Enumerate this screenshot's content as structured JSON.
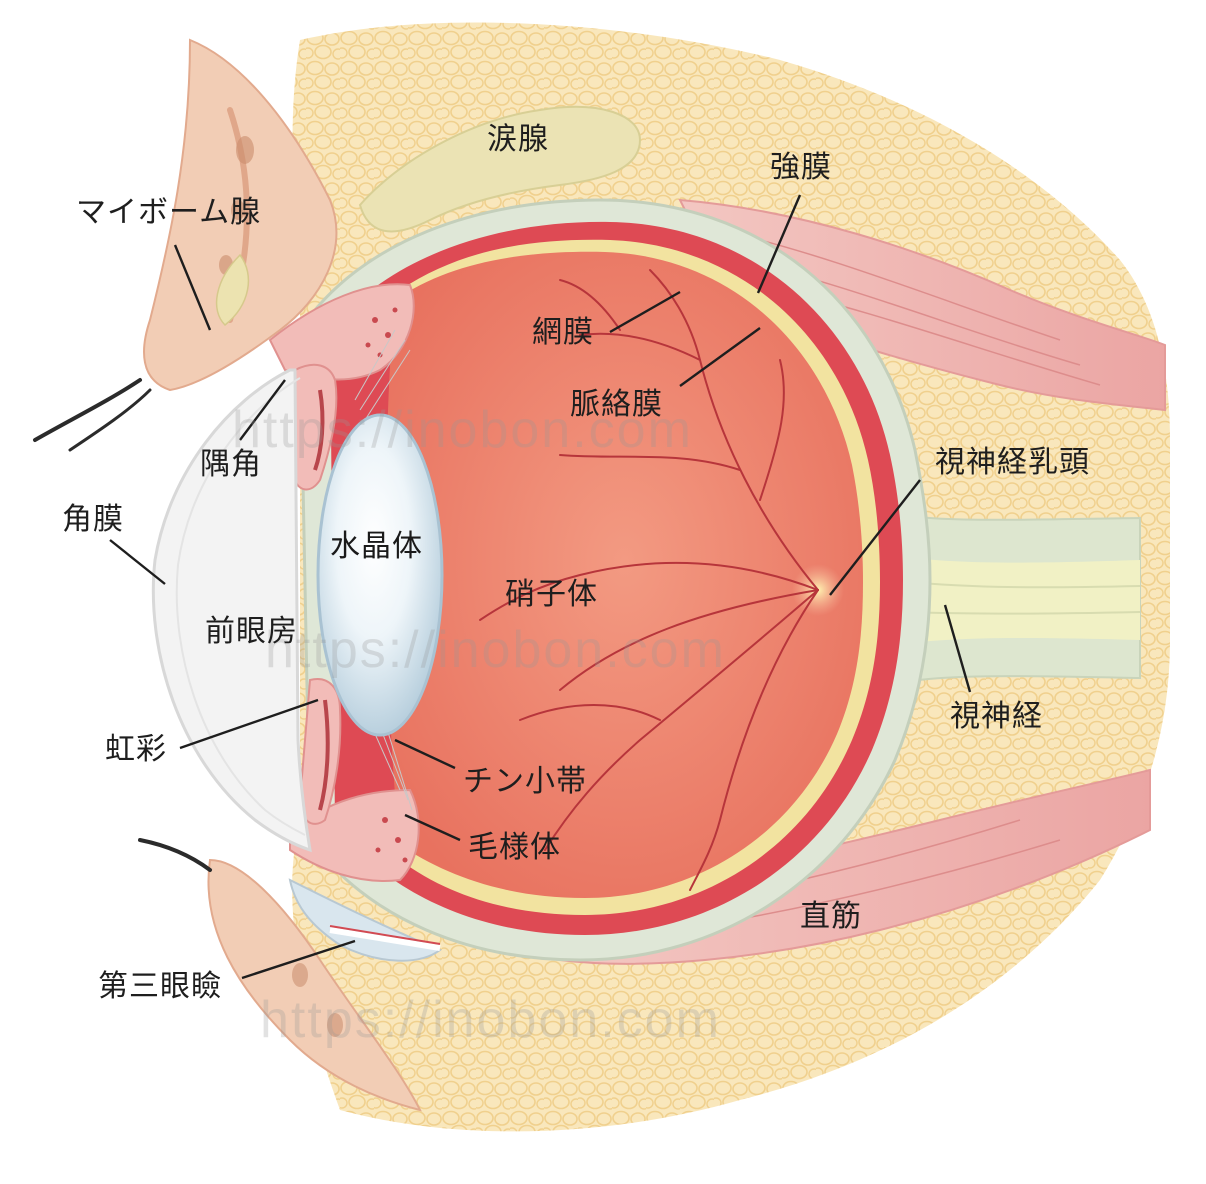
{
  "labels": {
    "lacrimal_gland": "涙腺",
    "sclera": "強膜",
    "meibomian_gland": "マイボーム腺",
    "retina": "網膜",
    "choroid": "脈絡膜",
    "iridocorneal_angle": "隅角",
    "optic_disc": "視神経乳頭",
    "cornea": "角膜",
    "lens": "水晶体",
    "vitreous": "硝子体",
    "anterior_chamber": "前眼房",
    "optic_nerve": "視神経",
    "iris": "虹彩",
    "zonule": "チン小帯",
    "ciliary_body": "毛様体",
    "rectus_muscle": "直筋",
    "third_eyelid": "第三眼瞼"
  },
  "watermark": "https://inobon.com",
  "colors": {
    "fat": "#f8e3b0",
    "fat_outline": "#f1cf86",
    "vitreous": "#ee7f68",
    "choroid": "#df4d55",
    "retina": "#f3e39a",
    "sclera": "#dfe6d8",
    "lens": "#dbe9f1",
    "cornea": "#f1f1f1",
    "muscle": "#f2b7b4",
    "optic_nerve": "#eef0c4",
    "lacrimal": "#ece6b8",
    "skin": "#f0c8ae",
    "vessel": "#b7353b"
  }
}
